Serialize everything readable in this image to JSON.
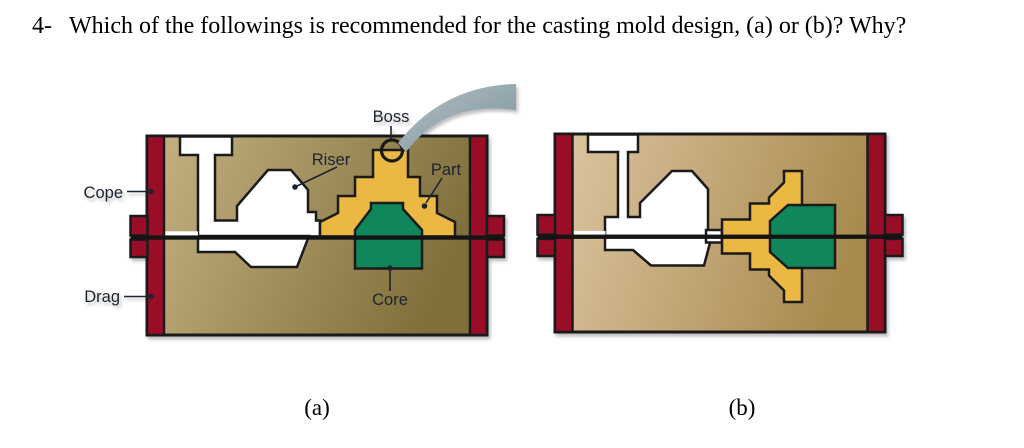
{
  "question": {
    "number": "4-",
    "text": "Which of the followings is recommended for the casting mold design, (a) or (b)?  Why?"
  },
  "figure": {
    "caption_a": "(a)",
    "caption_b": "(b)",
    "labels": {
      "cope": "Cope",
      "drag": "Drag",
      "boss": "Boss",
      "riser": "Riser",
      "part": "Part",
      "core": "Core"
    },
    "colors": {
      "flask": "#9A0D26",
      "sand_a_light": "#C6B384",
      "sand_a_dark": "#7F6F3B",
      "sand_b_light": "#DDC6A3",
      "sand_b_dark": "#A8894C",
      "part_yellow": "#EBB843",
      "core_green": "#10875B",
      "cavity_white": "#FFFFFF",
      "arrow_light": "#B2C0C6",
      "arrow_dark": "#7D929B",
      "label_text": "#1B2430"
    }
  }
}
